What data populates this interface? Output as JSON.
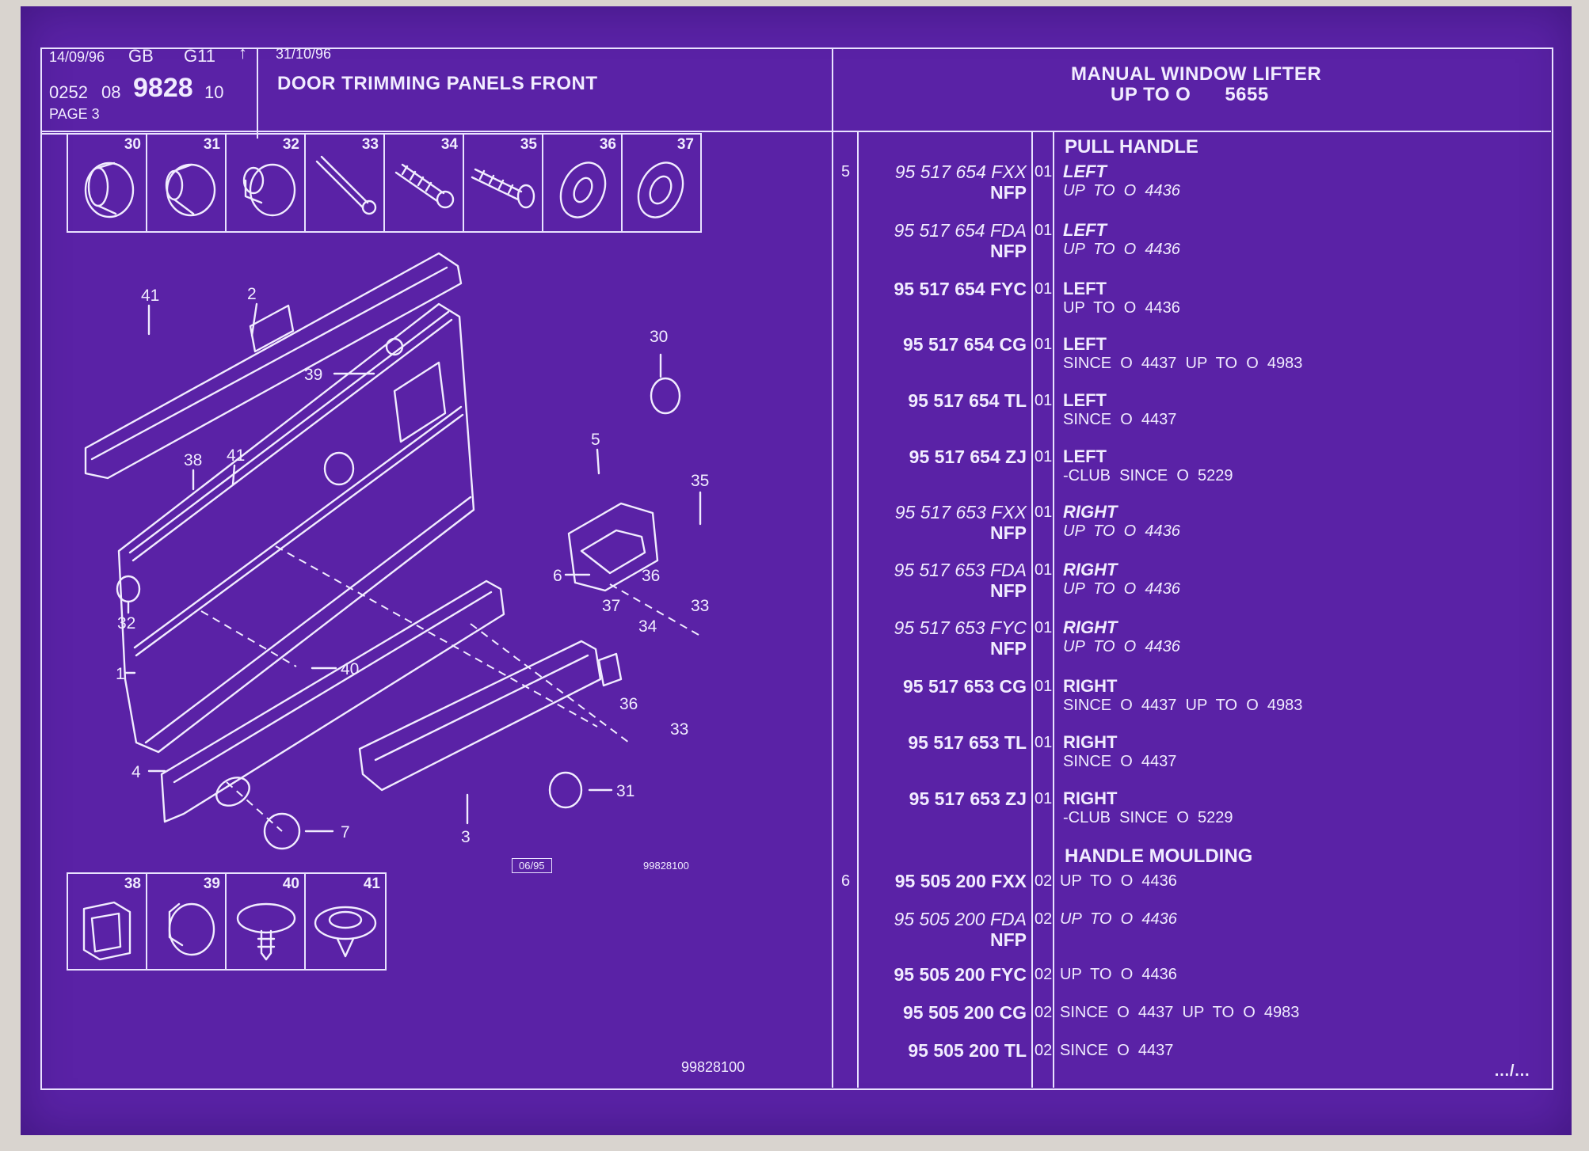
{
  "header": {
    "date1": "14/09/96",
    "market": "GB",
    "model": "G11",
    "arrow": "↑",
    "prefix": "0252",
    "group": "08",
    "catalog": "9828",
    "issue": "10",
    "page": "PAGE 3",
    "date2": "31/10/96",
    "title": "DOOR TRIMMING PANELS FRONT",
    "right_title_1": "MANUAL WINDOW LIFTER",
    "right_title_2": "UP TO O      5655"
  },
  "top_icons": [
    "30",
    "31",
    "32",
    "33",
    "34",
    "35",
    "36",
    "37"
  ],
  "bottom_icons": [
    "38",
    "39",
    "40",
    "41"
  ],
  "diagram": {
    "callouts": [
      "41",
      "2",
      "39",
      "30",
      "41",
      "38",
      "5",
      "35",
      "32",
      "6",
      "36",
      "33",
      "37",
      "34",
      "1",
      "40",
      "36",
      "33",
      "4",
      "31",
      "7",
      "3"
    ],
    "box_code": "06/95",
    "drawing_code": "99828100",
    "footer_code": "99828100"
  },
  "rows": [
    {
      "ref": "",
      "pn": "",
      "nfp": false,
      "qty": "",
      "d1": "PULL HANDLE",
      "d2": "",
      "style": "section"
    },
    {
      "ref": "5",
      "pn": "95 517 654 FXX",
      "nfp": true,
      "qty": "01",
      "d1": "LEFT",
      "d2": "UP  TO  O  4436",
      "style": "italic"
    },
    {
      "ref": "",
      "pn": "95 517 654 FDA",
      "nfp": true,
      "qty": "01",
      "d1": "LEFT",
      "d2": "UP  TO  O  4436",
      "style": "italic"
    },
    {
      "ref": "",
      "pn": "95 517 654 FYC",
      "nfp": false,
      "qty": "01",
      "d1": "LEFT",
      "d2": "UP  TO  O  4436",
      "style": "bold"
    },
    {
      "ref": "",
      "pn": "95 517 654 CG",
      "nfp": false,
      "qty": "01",
      "d1": "LEFT",
      "d2": "SINCE  O  4437  UP  TO  O  4983",
      "style": "bold"
    },
    {
      "ref": "",
      "pn": "95 517 654 TL",
      "nfp": false,
      "qty": "01",
      "d1": "LEFT",
      "d2": "SINCE  O  4437",
      "style": "bold"
    },
    {
      "ref": "",
      "pn": "95 517 654 ZJ",
      "nfp": false,
      "qty": "01",
      "d1": "LEFT",
      "d2": "-CLUB  SINCE  O  5229",
      "style": "bold"
    },
    {
      "ref": "",
      "pn": "95 517 653 FXX",
      "nfp": true,
      "qty": "01",
      "d1": "RIGHT",
      "d2": "UP  TO  O  4436",
      "style": "italic"
    },
    {
      "ref": "",
      "pn": "95 517 653 FDA",
      "nfp": true,
      "qty": "01",
      "d1": "RIGHT",
      "d2": "UP  TO  O  4436",
      "style": "italic"
    },
    {
      "ref": "",
      "pn": "95 517 653 FYC",
      "nfp": true,
      "qty": "01",
      "d1": "RIGHT",
      "d2": "UP  TO  O  4436",
      "style": "italic"
    },
    {
      "ref": "",
      "pn": "95 517 653 CG",
      "nfp": false,
      "qty": "01",
      "d1": "RIGHT",
      "d2": "SINCE  O  4437  UP  TO  O  4983",
      "style": "bold"
    },
    {
      "ref": "",
      "pn": "95 517 653 TL",
      "nfp": false,
      "qty": "01",
      "d1": "RIGHT",
      "d2": "SINCE  O  4437",
      "style": "bold"
    },
    {
      "ref": "",
      "pn": "95 517 653 ZJ",
      "nfp": false,
      "qty": "01",
      "d1": "RIGHT",
      "d2": "-CLUB  SINCE  O  5229",
      "style": "bold"
    },
    {
      "ref": "",
      "pn": "",
      "nfp": false,
      "qty": "",
      "d1": "HANDLE MOULDING",
      "d2": "",
      "style": "section"
    },
    {
      "ref": "6",
      "pn": "95 505 200 FXX",
      "nfp": false,
      "qty": "02",
      "d1": "UP  TO  O  4436",
      "d2": "",
      "style": "bold-single"
    },
    {
      "ref": "",
      "pn": "95 505 200 FDA",
      "nfp": true,
      "qty": "02",
      "d1": "UP  TO  O  4436",
      "d2": "",
      "style": "italic-single"
    },
    {
      "ref": "",
      "pn": "95 505 200 FYC",
      "nfp": false,
      "qty": "02",
      "d1": "UP  TO  O  4436",
      "d2": "",
      "style": "bold-single"
    },
    {
      "ref": "",
      "pn": "95 505 200 CG",
      "nfp": false,
      "qty": "02",
      "d1": "SINCE  O  4437  UP  TO  O  4983",
      "d2": "",
      "style": "bold-single"
    },
    {
      "ref": "",
      "pn": "95 505 200 TL",
      "nfp": false,
      "qty": "02",
      "d1": "SINCE  O  4437",
      "d2": "",
      "style": "bold-single"
    }
  ],
  "nfp_label": "NFP",
  "continuation": "…/…"
}
